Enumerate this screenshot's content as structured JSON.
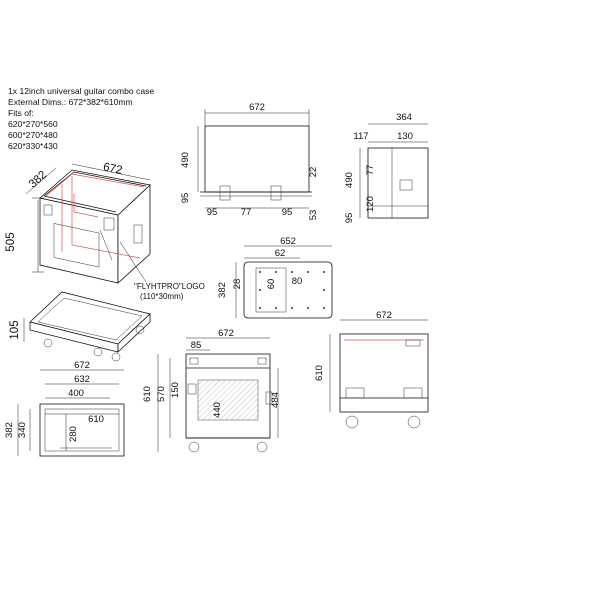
{
  "notes": {
    "title": "1x 12inch universal guitar combo case",
    "external_dims": "External Dims.: 672*382*610mm",
    "fits_of": "Fits of:",
    "fit_1": "620*270*560",
    "fit_2": "600*270*480",
    "fit_3": "620*330*430"
  },
  "iso_view": {
    "width": "672",
    "depth": "382",
    "height": "505"
  },
  "front_top": {
    "width": "672",
    "height": "490",
    "h_95": "95",
    "right_22": "22",
    "foot_95_left": "95",
    "foot_77": "77",
    "foot_95_right": "95",
    "right_53": "53"
  },
  "side_top": {
    "width": "364",
    "left_117": "117",
    "right_130": "130",
    "h_490": "490",
    "h_77": "77",
    "h_120": "120",
    "h_95": "95"
  },
  "lid_view": {
    "width": "652",
    "offset_62": "62",
    "logo_60": "60",
    "logo_80": "80",
    "h_382": "382",
    "h_28": "28"
  },
  "logo_note": {
    "text": "\"FLYHTPRO\"LOGO",
    "size": "(110*30mm)"
  },
  "base_iso": {
    "height": "105"
  },
  "plan_view": {
    "width_672": "672",
    "width_632": "632",
    "width_400": "400",
    "width_610": "610",
    "depth_382": "382",
    "depth_340": "340",
    "depth_280": "280"
  },
  "front_view": {
    "width": "672",
    "top_85": "85",
    "h_610": "610",
    "h_570": "570",
    "h_150": "150",
    "h_440": "440",
    "h_484": "484"
  },
  "right_view": {
    "width": "672",
    "height": "610"
  }
}
